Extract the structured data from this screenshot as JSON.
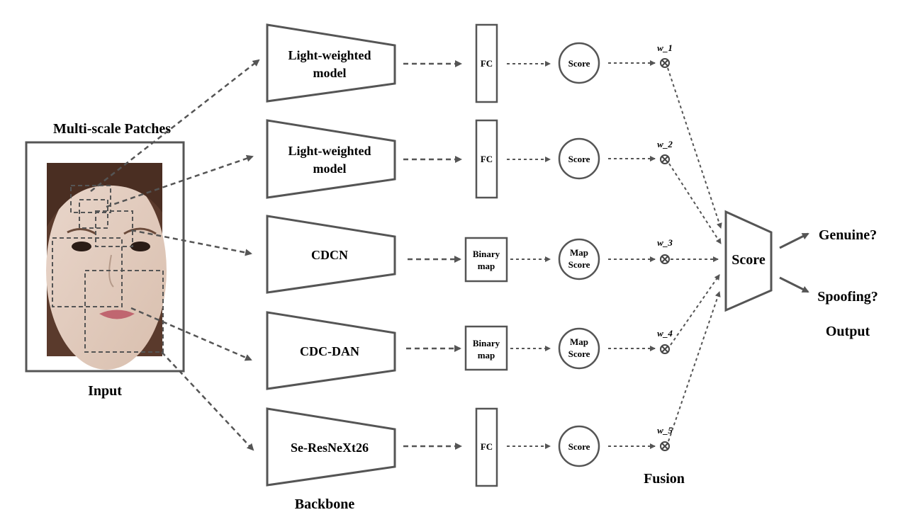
{
  "title": "Multi-scale Patches",
  "input_label": "Input",
  "backbone_caption": "Backbone",
  "fusion_caption": "Fusion",
  "output_caption": "Output",
  "branches": [
    {
      "backbone": [
        "Light-weighted",
        "model"
      ],
      "head": [
        "FC"
      ],
      "score": [
        "Score"
      ],
      "weight": "w_1"
    },
    {
      "backbone": [
        "Light-weighted",
        "model"
      ],
      "head": [
        "FC"
      ],
      "score": [
        "Score"
      ],
      "weight": "w_2"
    },
    {
      "backbone": [
        "CDCN"
      ],
      "head": [
        "Binary",
        "map"
      ],
      "score": [
        "Map",
        "Score"
      ],
      "weight": "w_3"
    },
    {
      "backbone": [
        "CDC-DAN"
      ],
      "head": [
        "Binary",
        "map"
      ],
      "score": [
        "Map",
        "Score"
      ],
      "weight": "w_4"
    },
    {
      "backbone": [
        "Se-ResNeXt26"
      ],
      "head": [
        "FC"
      ],
      "score": [
        "Score"
      ],
      "weight": "w_5"
    }
  ],
  "fusion_block_label": "Score",
  "outputs": [
    "Genuine?",
    "Spoofing?"
  ],
  "colors": {
    "line": "#555555",
    "text": "#000000",
    "background": "#ffffff"
  }
}
